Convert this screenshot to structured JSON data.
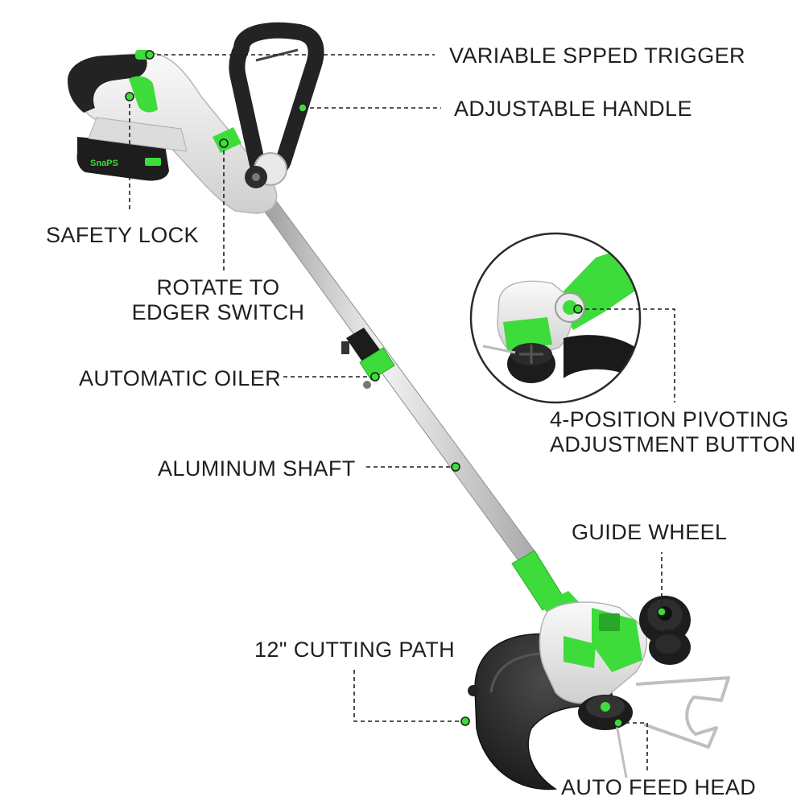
{
  "colors": {
    "accent": "#3ddc3a",
    "dark_plastic": "#2a2a2a",
    "light_plastic": "#e7e7e7",
    "shaft": "#c9c9c9",
    "text": "#1f1f1f"
  },
  "brand": {
    "logo_text": "SnaPS"
  },
  "labels": {
    "trigger": "VARIABLE SPPED TRIGGER",
    "handle": "ADJUSTABLE HANDLE",
    "safety_lock": "SAFETY LOCK",
    "edger_line1": "ROTATE TO",
    "edger_line2": "EDGER SWITCH",
    "oiler": "AUTOMATIC OILER",
    "pivot_line1": "4-POSITION PIVOTING",
    "pivot_line2": "ADJUSTMENT BUTTON",
    "shaft": "ALUMINUM SHAFT",
    "guide_wheel": "GUIDE WHEEL",
    "cutting_path": "12\" CUTTING PATH",
    "feed_head": "AUTO FEED HEAD"
  },
  "icons": {
    "callout_dot": "green-dot-icon",
    "inset": "magnifier-inset-icon"
  }
}
